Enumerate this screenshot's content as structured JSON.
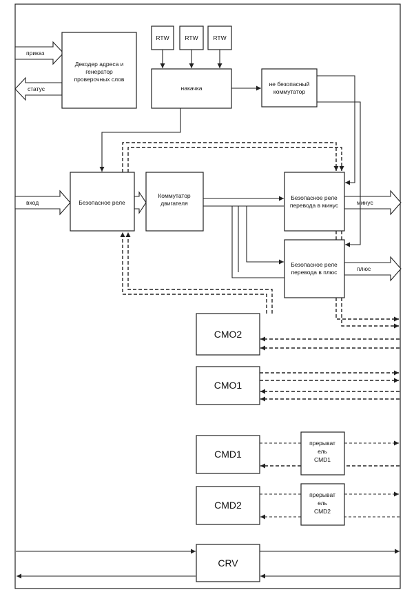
{
  "signals": {
    "prikaz": "приказ",
    "status": "статус",
    "vkhod": "вход",
    "minus": "минус",
    "plus": "плюс"
  },
  "blocks": {
    "decoder_line1": "Декодер адреса и",
    "decoder_line2": "генератор",
    "decoder_line3": "проверочных слов",
    "rtw1": "RTW",
    "rtw2": "RTW",
    "rtw3": "RTW",
    "pump": "накачка",
    "unsafe_line1": "не безопасный",
    "unsafe_line2": "коммутатор",
    "safe_relay": "Безопасное реле",
    "motor_line1": "Коммутатор",
    "motor_line2": "двигателя",
    "relay_minus_line1": "Безопасное реле",
    "relay_minus_line2": "перевода в минус",
    "relay_plus_line1": "Безопасное реле",
    "relay_plus_line2": "перевода в плюс",
    "cmo2": "CMO2",
    "cmo1": "CMO1",
    "cmd1": "CMD1",
    "cmd2": "CMD2",
    "crv": "CRV",
    "brk1_line1": "прерыват",
    "brk1_line2": "ель",
    "brk1_line3": "CMD1",
    "brk2_line1": "прерыват",
    "brk2_line2": "ель",
    "brk2_line3": "CMD2"
  }
}
